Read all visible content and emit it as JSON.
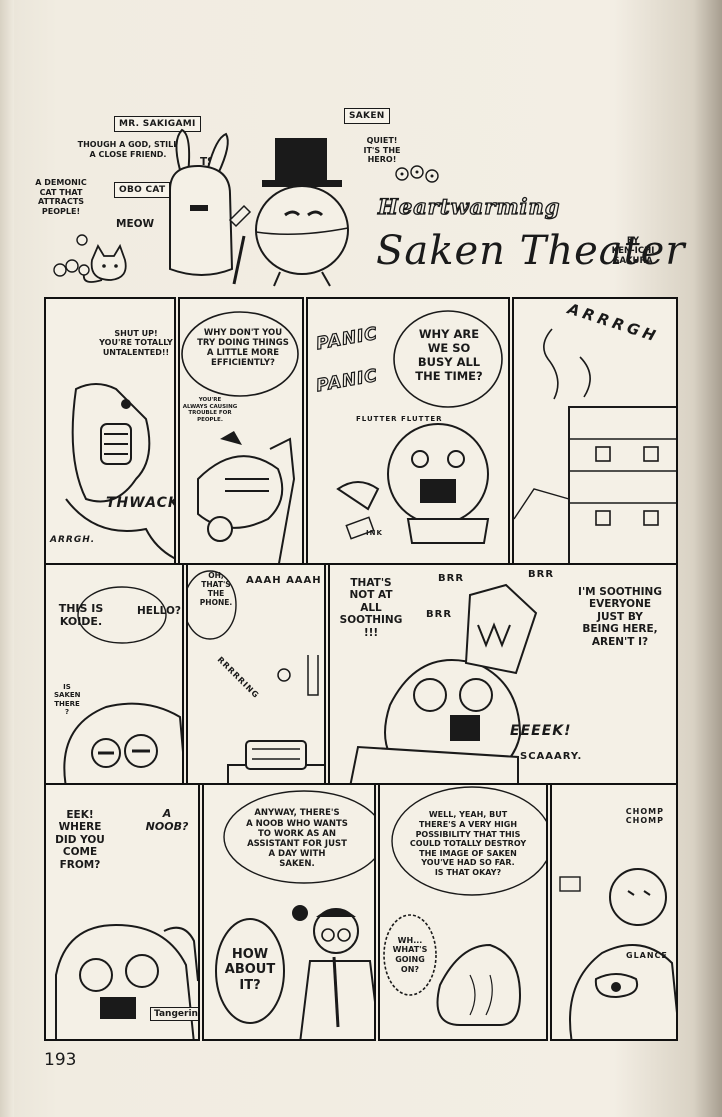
{
  "header": {
    "title_top": "Heartwarming",
    "title_main": "Saken Theater",
    "byline": "BY\nKEN-ICHI\nSAKURA",
    "labels": {
      "mr_sakigami": "MR. SAKIGAMI",
      "obo_cat": "OBO CAT",
      "saken": "SAKEN"
    },
    "captions": {
      "sakigami_desc": "THOUGH A GOD, STILL\nA CLOSE FRIEND.",
      "cat_desc": "A DEMONIC\nCAT THAT\nATTRACTS\nPEOPLE!",
      "saken_desc": "QUIET!\nIT'S THE\nHERO!",
      "tsk": "TSK",
      "meow": "MEOW"
    }
  },
  "row1": {
    "p1_bubble": "SHUT UP!\nYOU'RE TOTALLY\nUNTALENTED!!",
    "p1_sfx_thwack": "THWACK",
    "p1_sfx_arrgh": "ARRGH.",
    "p2_bubble": "WHY DON'T YOU\nTRY DOING THINGS\nA LITTLE MORE\nEFFICIENTLY?",
    "p2_aside": "YOU'RE\nALWAYS CAUSING\nTROUBLE FOR\nPEOPLE.",
    "p3_panic1": "PANIC",
    "p3_panic2": "PANIC",
    "p3_bubble": "WHY ARE\nWE SO\nBUSY ALL\nTHE TIME?",
    "p3_flutter": "FLUTTER FLUTTER",
    "p3_ink": "INK",
    "p4_sfx": "ARRRGH"
  },
  "row2": {
    "p1_bubble1": "THIS IS\nKOIDE.",
    "p1_bubble2": "HELLO?",
    "p1_aside": "IS\nSAKEN\nTHERE\n?",
    "p2_bubble": "OH,\nTHAT'S\nTHE\nPHONE.",
    "p2_sfx_aah": "AAAH AAAH",
    "p2_sfx_ring": "RRRRRING",
    "p3_bubble": "THAT'S\nNOT AT\nALL\nSOOTHING\n!!!",
    "p3_brr1": "BRR",
    "p3_brr2": "BRR",
    "p3_brr3": "BRR",
    "p3_bubble2": "I'M SOOTHING\nEVERYONE\nJUST BY\nBEING HERE,\nAREN'T I?",
    "p3_eeeek": "EEEEK!",
    "p3_scary": "SCAAARY."
  },
  "row3": {
    "p1_bubble": "EEK!\nWHERE\nDID YOU\nCOME\nFROM?",
    "p1_noob": "A\nNOOB?",
    "p1_tag": "Tangerin",
    "p2_bubble": "ANYWAY, THERE'S\nA NOOB WHO WANTS\nTO WORK AS AN\nASSISTANT FOR JUST\nA DAY WITH\nSAKEN.",
    "p2_bubble2": "HOW\nABOUT\nIT?",
    "p3_bubble": "WELL, YEAH, BUT\nTHERE'S A VERY HIGH\nPOSSIBILITY THAT THIS\nCOULD TOTALLY DESTROY\nTHE IMAGE OF SAKEN\nYOU'VE HAD SO FAR.\nIS THAT OKAY?",
    "p3_bubble2": "WH...\nWHAT'S\nGOING\nON?",
    "p4_chomp": "CHOMP\nCHOMP",
    "p4_glance": "GLANCE"
  },
  "footer": {
    "page_number": "193"
  },
  "colors": {
    "paper": "#f3eee4",
    "ink": "#1a1a1a"
  }
}
